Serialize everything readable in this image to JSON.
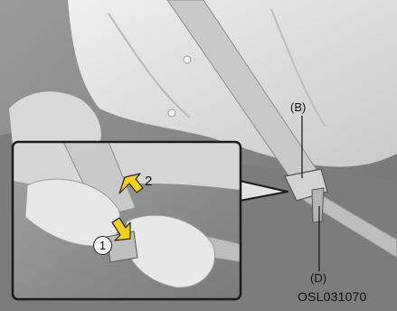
{
  "labels": {
    "buckle": "(B)",
    "tongue": "(D)",
    "step_1": "1",
    "step_2": "2",
    "figure_code": "OSL031070"
  },
  "colors": {
    "background": "#8a8a8a",
    "shirt": "#e6e6e6",
    "belt": "#c8c8c8",
    "arrow": "#f4d21c",
    "frame_border": "#1a1a1a"
  },
  "icons": {
    "step_1_arrow": "arrow-down-left-icon",
    "step_2_arrow": "arrow-up-left-icon"
  }
}
